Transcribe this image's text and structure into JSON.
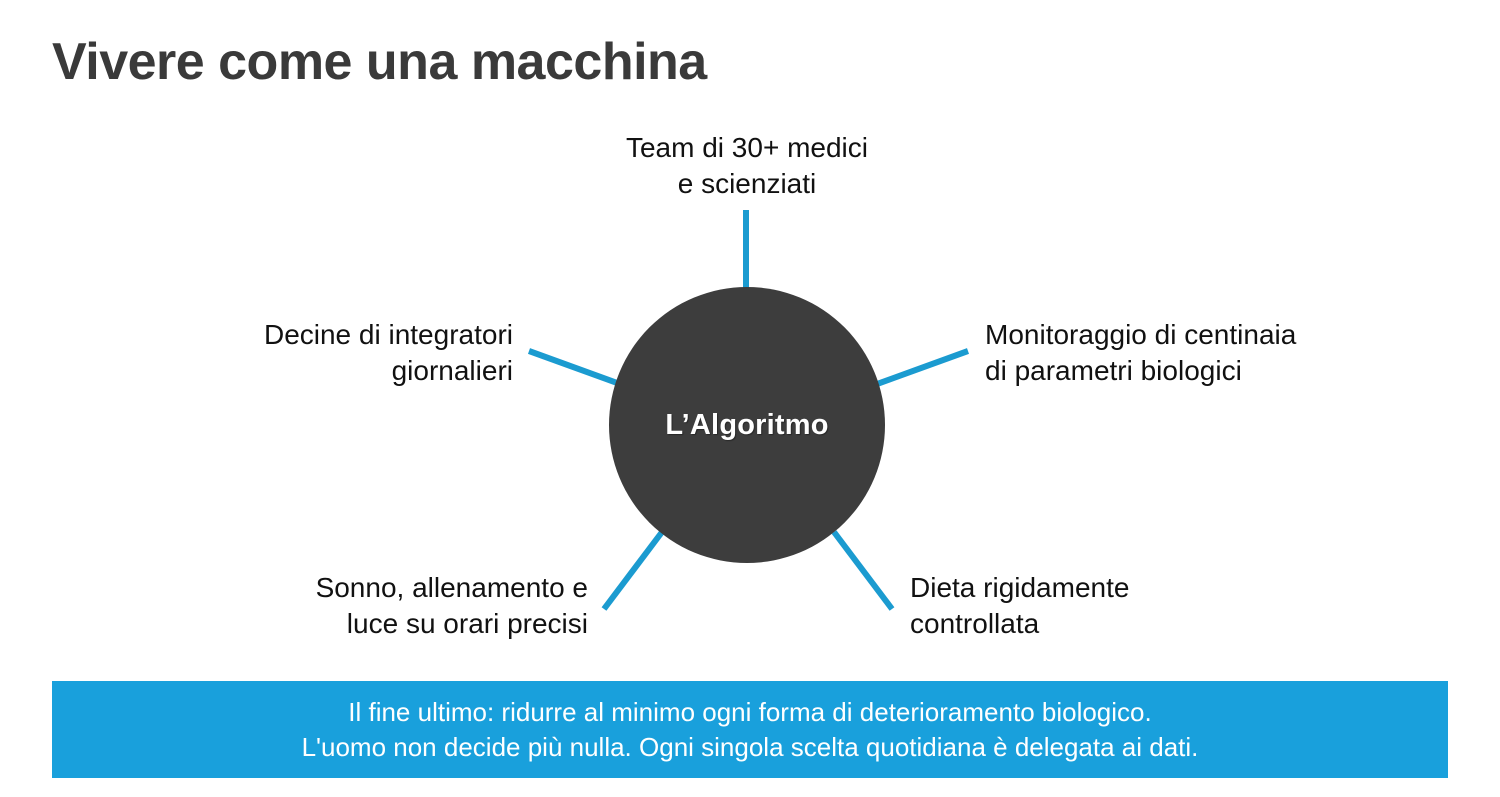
{
  "slide": {
    "title": "Vivere come una macchina",
    "background_color": "#ffffff",
    "title_color": "#3a3a3a"
  },
  "diagram": {
    "type": "hub-and-spoke",
    "accent_color": "#1b9bd0",
    "hub": {
      "label": "L’Algoritmo",
      "fill_color": "#3d3d3d",
      "text_color": "#ffffff"
    },
    "nodes": [
      {
        "id": "team",
        "position": "top",
        "line1": "Team di 30+ medici",
        "line2": "e scienziati",
        "align": "center"
      },
      {
        "id": "integratori",
        "position": "left-upper",
        "line1": "Decine di integratori",
        "line2": "giornalieri",
        "align": "right"
      },
      {
        "id": "monitoraggio",
        "position": "right-upper",
        "line1": "Monitoraggio di centinaia",
        "line2": "di parametri biologici",
        "align": "left"
      },
      {
        "id": "sonno",
        "position": "left-lower",
        "line1": "Sonno, allenamento e",
        "line2": "luce su orari precisi",
        "align": "right"
      },
      {
        "id": "dieta",
        "position": "right-lower",
        "line1": "Dieta rigidamente",
        "line2": "controllata",
        "align": "left"
      }
    ]
  },
  "banner": {
    "background_color": "#19a0dc",
    "text_color": "#ffffff",
    "line1": "Il fine ultimo: ridurre al minimo ogni forma di deterioramento biologico.",
    "line2": "L'uomo non decide più nulla. Ogni singola scelta quotidiana è delegata ai dati."
  }
}
